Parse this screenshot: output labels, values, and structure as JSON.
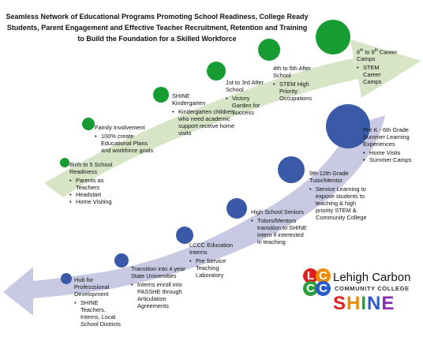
{
  "title": "Seamless Network of Educational Programs Promoting School Readiness, College Ready Students, Parent Engagement and Effective Teacher Recruitment, Retention and Training to Build the Foundation for a Skilled Workforce",
  "colors": {
    "upper_arrow": "#d7e5c6",
    "lower_arrow": "#c9c9e3",
    "green_circle": "#169c31",
    "blue_circle": "#3a5aa8"
  },
  "upper_nodes": [
    {
      "label": "Birth to 5 School Readiness",
      "bullets": [
        "Parents as Teachers",
        "Headstart",
        "Home Visiting"
      ]
    },
    {
      "label": "Family Involvement",
      "bullets": [
        "100% create Educational Plans and workforce goals"
      ]
    },
    {
      "label": "SHINE Kindergarten",
      "bullets": [
        "Kindergarten children who need academic support receive home visits"
      ]
    },
    {
      "label": "1st to 3rd After School",
      "bullets": [
        "Victory Garden for Success"
      ]
    },
    {
      "label": "4th to 5th After School",
      "bullets": [
        "STEM High Priority Occupations"
      ]
    },
    {
      "label_pre": "6",
      "label_sup1": "th",
      "label_mid": " to 8",
      "label_sup2": "th",
      "label_post": " Career Camps",
      "bullets": [
        "STEM Career Camps"
      ]
    }
  ],
  "lower_nodes": [
    {
      "label": "Pre K - 6th Grade Summer Learning Experiences",
      "bullets": [
        "Home Visits",
        "Summer Camps"
      ]
    },
    {
      "label": "9th-12th Grade Tutor/Mentor",
      "bullets": [
        "Service Learning to expose students to teaching & high priority STEM & Community College"
      ]
    },
    {
      "label": "High School Seniors",
      "bullets": [
        "Tutors/Mentors transition to SHINE intern if interested in teaching"
      ]
    },
    {
      "label": "LCCC Education Interns",
      "bullets": [
        "Pre Service Teaching Laboratory"
      ]
    },
    {
      "label": "Transition into 4 year State Universities",
      "bullets": [
        "Interns enroll into PASSHE through Articulation Agreements"
      ]
    },
    {
      "label": "Hub for Professsional Development",
      "bullets": [
        "SHINE Teachers, Interns, Local School Districts"
      ]
    }
  ],
  "logo": {
    "letters": [
      "L",
      "C",
      "C",
      "C"
    ],
    "name": "Lehigh Carbon",
    "subtitle": "COMMUNITY COLLEGE",
    "program": [
      "S",
      "H",
      "I",
      "N",
      "E"
    ],
    "program_colors": [
      "#e02020",
      "#f08a00",
      "#2a9e3a",
      "#2a5bc8",
      "#8a2bb0"
    ]
  }
}
